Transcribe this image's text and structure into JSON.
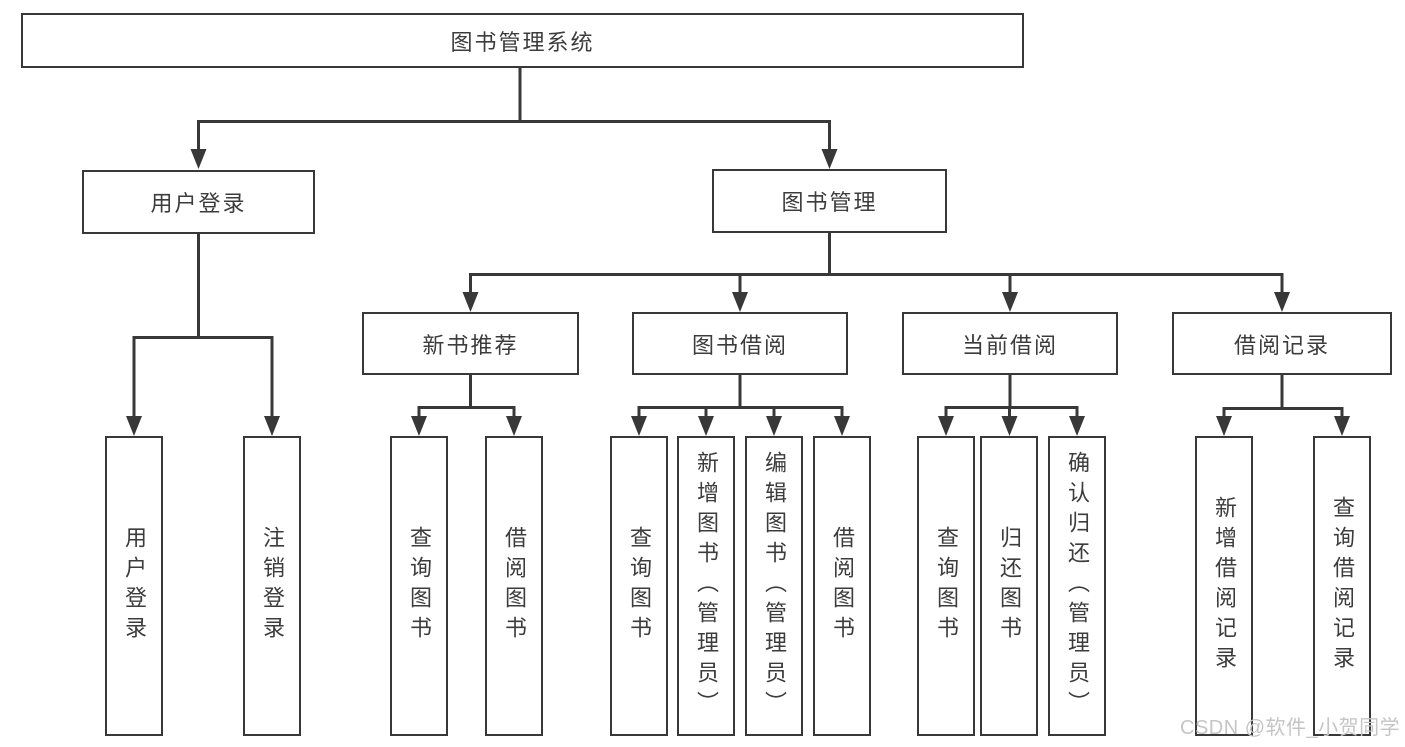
{
  "diagram": {
    "root": {
      "label": "图书管理系统"
    },
    "branches": [
      {
        "label": "用户登录",
        "children": [
          {
            "label": "用户登录"
          },
          {
            "label": "注销登录"
          }
        ]
      },
      {
        "label": "图书管理",
        "sections": [
          {
            "label": "新书推荐",
            "children": [
              {
                "label": "查询图书"
              },
              {
                "label": "借阅图书"
              }
            ]
          },
          {
            "label": "图书借阅",
            "children": [
              {
                "label": "查询图书"
              },
              {
                "label": "新增图书（管理员）"
              },
              {
                "label": "编辑图书（管理员）"
              },
              {
                "label": "借阅图书"
              }
            ]
          },
          {
            "label": "当前借阅",
            "children": [
              {
                "label": "查询图书"
              },
              {
                "label": "归还图书"
              },
              {
                "label": "确认归还（管理员）"
              }
            ]
          },
          {
            "label": "借阅记录",
            "children": [
              {
                "label": "新增借阅记录"
              },
              {
                "label": "查询借阅记录"
              }
            ]
          }
        ]
      }
    ]
  },
  "watermark": {
    "text": "CSDN @软件_小贺同学"
  },
  "colors": {
    "line": "#383838",
    "text": "#3c3c3c",
    "watermark": "#c5c5c5",
    "background": "#ffffff"
  }
}
